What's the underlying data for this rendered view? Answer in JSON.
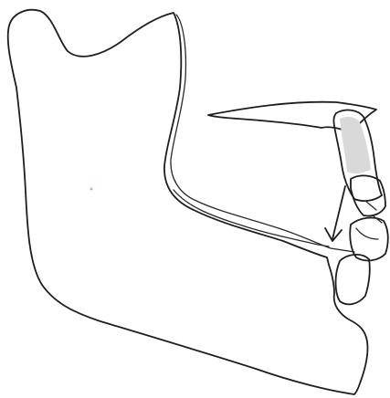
{
  "figure": {
    "kind": "line-drawing",
    "subject": "mandible-with-molars",
    "annotation": "downward-arrow",
    "colors": {
      "ink": "#1e1e1e",
      "bone_fill": "#f6f6f6",
      "tooth_shade": "#d9d9d9",
      "speck": "#e8a0b4"
    }
  }
}
